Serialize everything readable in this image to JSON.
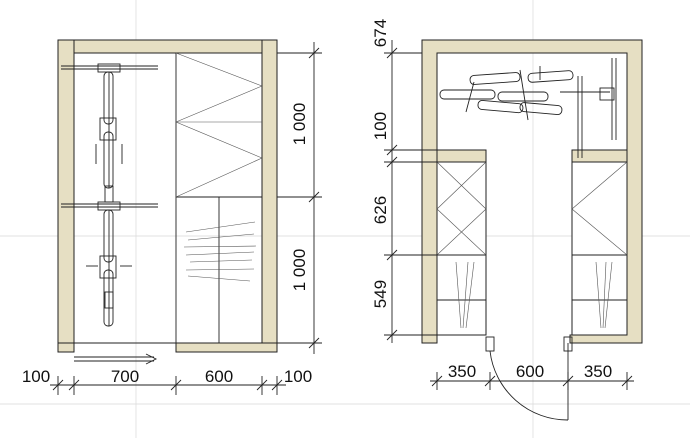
{
  "colors": {
    "wall_fill": "#e6dfc3",
    "line": "#222222",
    "guide": "#d8d8d8"
  },
  "left_plan": {
    "width_dims": [
      "100",
      "700",
      "600",
      "100"
    ],
    "height_dims": [
      "1 000",
      "1 000"
    ]
  },
  "right_plan": {
    "width_dims": [
      "350",
      "600",
      "350"
    ],
    "height_dims": [
      "674",
      "100",
      "626",
      "549"
    ]
  }
}
